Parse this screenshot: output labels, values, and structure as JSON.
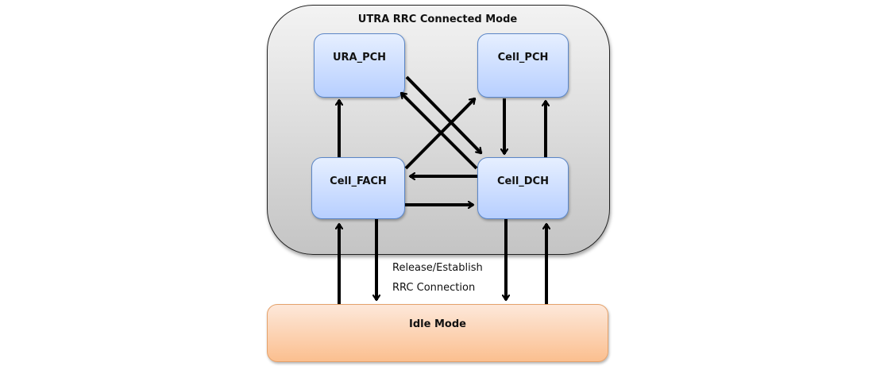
{
  "connected_mode": {
    "title": "UTRA RRC Connected Mode"
  },
  "states": {
    "ura_pch": "URA_PCH",
    "cell_pch": "Cell_PCH",
    "cell_fach": "Cell_FACH",
    "cell_dch": "Cell_DCH"
  },
  "idle_mode": {
    "label": "Idle Mode"
  },
  "transition_note": {
    "line1": "Release/Establish",
    "line2": "RRC Connection"
  },
  "transitions": [
    {
      "from": "Cell_FACH",
      "to": "URA_PCH"
    },
    {
      "from": "URA_PCH",
      "to": "Cell_DCH"
    },
    {
      "from": "Cell_DCH",
      "to": "URA_PCH"
    },
    {
      "from": "Cell_FACH",
      "to": "Cell_PCH"
    },
    {
      "from": "Cell_PCH",
      "to": "Cell_DCH"
    },
    {
      "from": "Cell_DCH",
      "to": "Cell_PCH"
    },
    {
      "from": "Cell_DCH",
      "to": "Cell_FACH"
    },
    {
      "from": "Cell_FACH",
      "to": "Cell_DCH"
    },
    {
      "from": "Idle Mode",
      "to": "Cell_FACH"
    },
    {
      "from": "Cell_FACH",
      "to": "Idle Mode"
    },
    {
      "from": "Cell_DCH",
      "to": "Idle Mode"
    },
    {
      "from": "Idle Mode",
      "to": "Cell_DCH"
    }
  ],
  "colors": {
    "state_fill": "#b7cfff",
    "idle_fill": "#fbbf8f",
    "container_fill": "#dcdcdc",
    "arrow": "#000000"
  }
}
